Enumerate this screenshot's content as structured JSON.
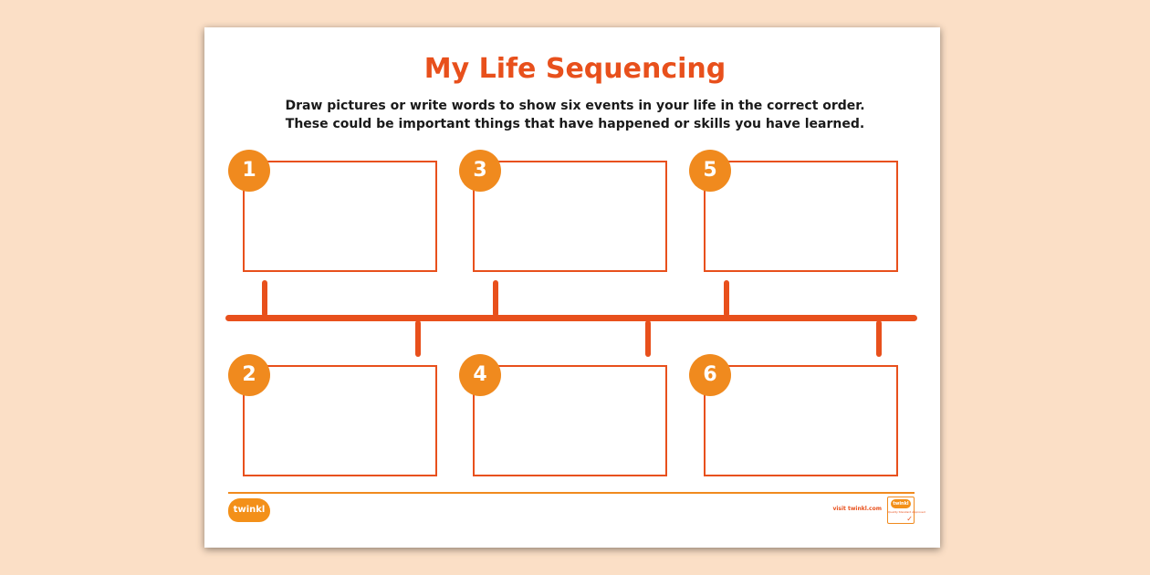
{
  "worksheet": {
    "title": "My Life Sequencing",
    "instructions": [
      "Draw pictures or write words to show six events in your life in the correct order.",
      "These could be important things that have happened or skills you have learned."
    ],
    "events": [
      {
        "number": "1"
      },
      {
        "number": "2"
      },
      {
        "number": "3"
      },
      {
        "number": "4"
      },
      {
        "number": "5"
      },
      {
        "number": "6"
      }
    ]
  },
  "footer": {
    "logo_text": "twinkl",
    "visit_text": "visit twinkl.com",
    "badge_logo_text": "twinkl",
    "badge_text": "Quality Standard Approved"
  },
  "colors": {
    "page_background": "#fbdfc6",
    "accent_orange_red": "#e8501c",
    "number_circle_orange": "#f08a1e"
  }
}
